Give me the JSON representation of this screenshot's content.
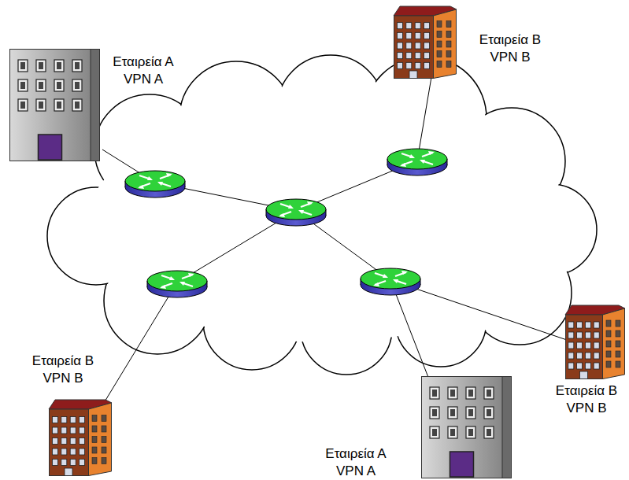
{
  "diagram": {
    "nodes": [
      {
        "text": [
          "Εταιρεία Β",
          "VPN B"
        ]
      },
      {
        "text": [
          "Εταιρεία Α",
          "VPN A"
        ]
      },
      {
        "text": [
          "Εταιρεία Β",
          "VPN B"
        ]
      },
      {
        "text": [
          "Εταιρεία Β",
          "VPN B"
        ]
      },
      {
        "text": [
          "Εταιρεία Α",
          "VPN A"
        ]
      }
    ]
  }
}
